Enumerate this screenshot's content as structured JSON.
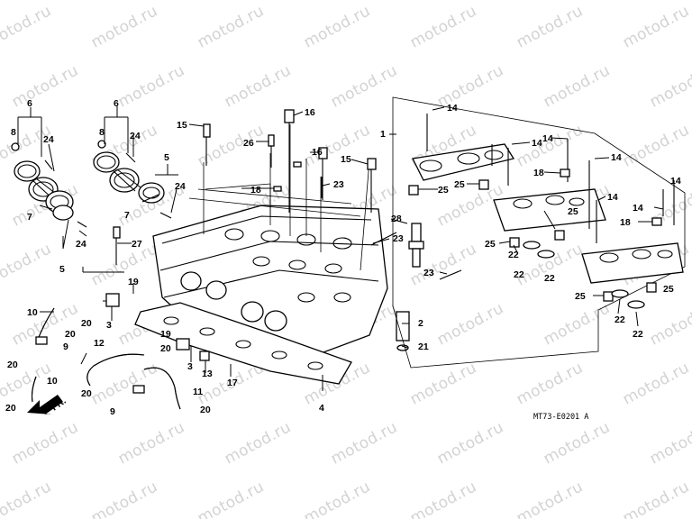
{
  "watermark": {
    "text": "motod.ru"
  },
  "diagram_code": "MT73-E0201 A",
  "front_arrow_label": "FR.",
  "callouts": {
    "c1": "1",
    "c2": "2",
    "c3": "3",
    "c4": "4",
    "c5": "5",
    "c6": "6",
    "c7": "7",
    "c8": "8",
    "c9": "9",
    "c10": "10",
    "c11": "11",
    "c12": "12",
    "c13": "13",
    "c14": "14",
    "c15": "15",
    "c16": "16",
    "c17": "17",
    "c18": "18",
    "c19": "19",
    "c20": "20",
    "c21": "21",
    "c22": "22",
    "c23": "23",
    "c24": "24",
    "c25": "25",
    "c26": "26",
    "c27": "27",
    "c28": "28"
  }
}
